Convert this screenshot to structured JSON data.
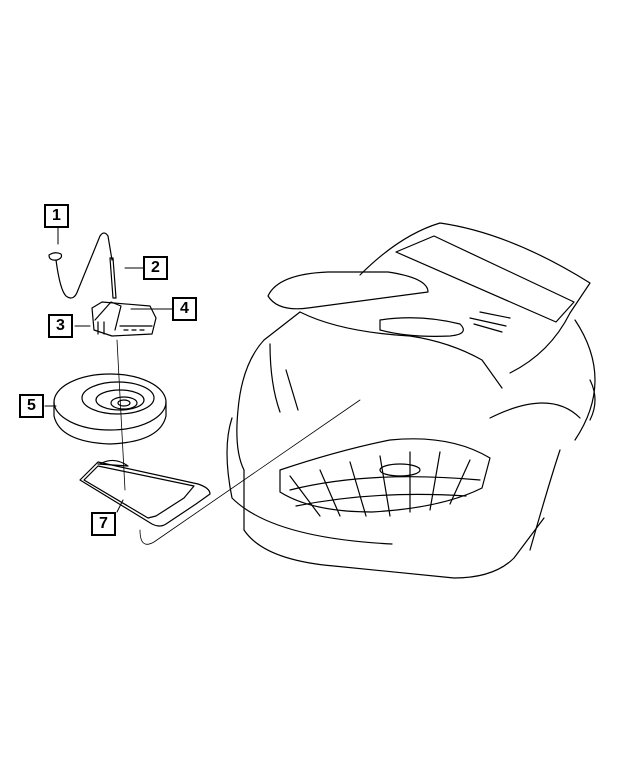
{
  "diagram": {
    "callouts": [
      {
        "label": "1",
        "part": "jack-handle"
      },
      {
        "label": "2",
        "part": "wing-bolt"
      },
      {
        "label": "3",
        "part": "jack"
      },
      {
        "label": "4",
        "part": "jack-bracket"
      },
      {
        "label": "5",
        "part": "spare-tire"
      },
      {
        "label": "7",
        "part": "load-floor-cover"
      }
    ],
    "line_color": "#000000",
    "background": "#ffffff"
  }
}
